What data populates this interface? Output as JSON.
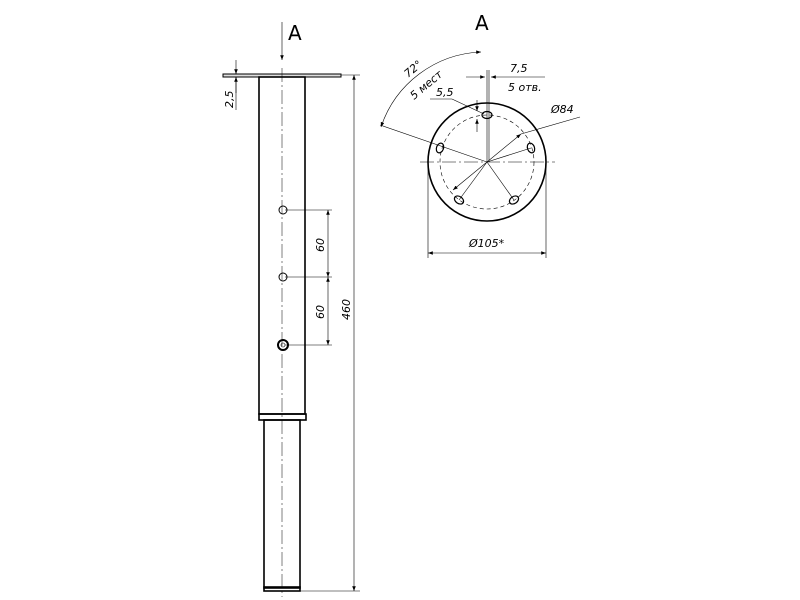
{
  "view_label_arrow": "A",
  "view_label_section": "A",
  "side_view": {
    "plate_thickness": "2,5",
    "hole_spacing_1": "60",
    "hole_spacing_2": "60",
    "total_length": "460"
  },
  "top_view": {
    "angle": "72°",
    "angle_count": "5 мест",
    "slot_width": "5,5",
    "slot_length": "7,5",
    "slot_count": "5 отв.",
    "bolt_circle": "Ø84",
    "outer_diameter": "Ø105*"
  }
}
